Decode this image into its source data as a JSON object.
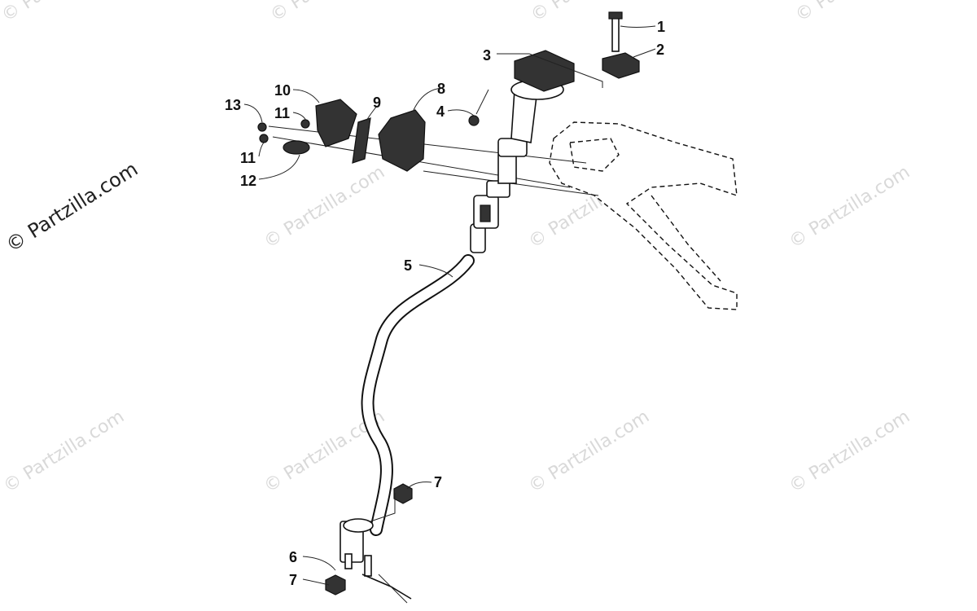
{
  "watermark": {
    "main": "© Partzilla.com",
    "small": "© Partzilla.com"
  },
  "callouts": [
    {
      "id": "c1",
      "label": "1"
    },
    {
      "id": "c2",
      "label": "2"
    },
    {
      "id": "c3",
      "label": "3"
    },
    {
      "id": "c4",
      "label": "4"
    },
    {
      "id": "c5",
      "label": "5"
    },
    {
      "id": "c6",
      "label": "6"
    },
    {
      "id": "c7a",
      "label": "7"
    },
    {
      "id": "c7b",
      "label": "7"
    },
    {
      "id": "c8",
      "label": "8"
    },
    {
      "id": "c9",
      "label": "9"
    },
    {
      "id": "c10",
      "label": "10"
    },
    {
      "id": "c11a",
      "label": "11"
    },
    {
      "id": "c11b",
      "label": "11"
    },
    {
      "id": "c12",
      "label": "12"
    },
    {
      "id": "c13",
      "label": "13"
    }
  ]
}
